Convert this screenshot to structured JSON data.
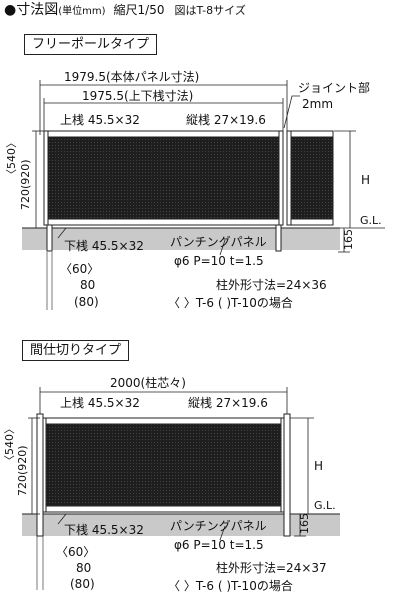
{
  "header": {
    "title": "●寸法図",
    "unit": "(単位mm)",
    "scale": "縮尺1/50",
    "size_note": "図はT-8サイズ"
  },
  "section_free": {
    "label": "フリーポールタイプ",
    "width_body": "1979.5(本体パネル寸法)",
    "width_rails": "1975.5(上下桟寸法)",
    "joint_label": "ジョイント部",
    "joint_value": "2mm",
    "top_rail": "上桟 45.5×32",
    "vertical_rail": "縦桟 27×19.6",
    "height_alt": "〈540〉",
    "height_main": "720(920)",
    "height_H": "H",
    "ground": "G.L.",
    "depth": "165",
    "bottom_rail": "下桟 45.5×32",
    "punching": "パンチングパネル",
    "punching_spec": "φ6 P=10  t=1.5",
    "post_size": "柱外形寸法=24×36",
    "dim_60": "〈60〉",
    "dim_80": "80",
    "dim_80p": "(80)",
    "case_note": "〈  〉T-6 (  )T-10の場合"
  },
  "section_partition": {
    "label": "間仕切りタイプ",
    "width_center": "2000(柱芯々)",
    "top_rail": "上桟 45.5×32",
    "vertical_rail": "縦桟 27×19.6",
    "height_alt": "〈540〉",
    "height_main": "720(920)",
    "height_H": "H",
    "ground": "G.L.",
    "depth": "165",
    "bottom_rail": "下桟 45.5×32",
    "punching": "パンチングパネル",
    "punching_spec": "φ6 P=10  t=1.5",
    "post_size": "柱外形寸法=24×37",
    "dim_60": "〈60〉",
    "dim_80": "80",
    "dim_80p": "(80)",
    "case_note": "〈  〉T-6 (  )T-10の場合"
  }
}
